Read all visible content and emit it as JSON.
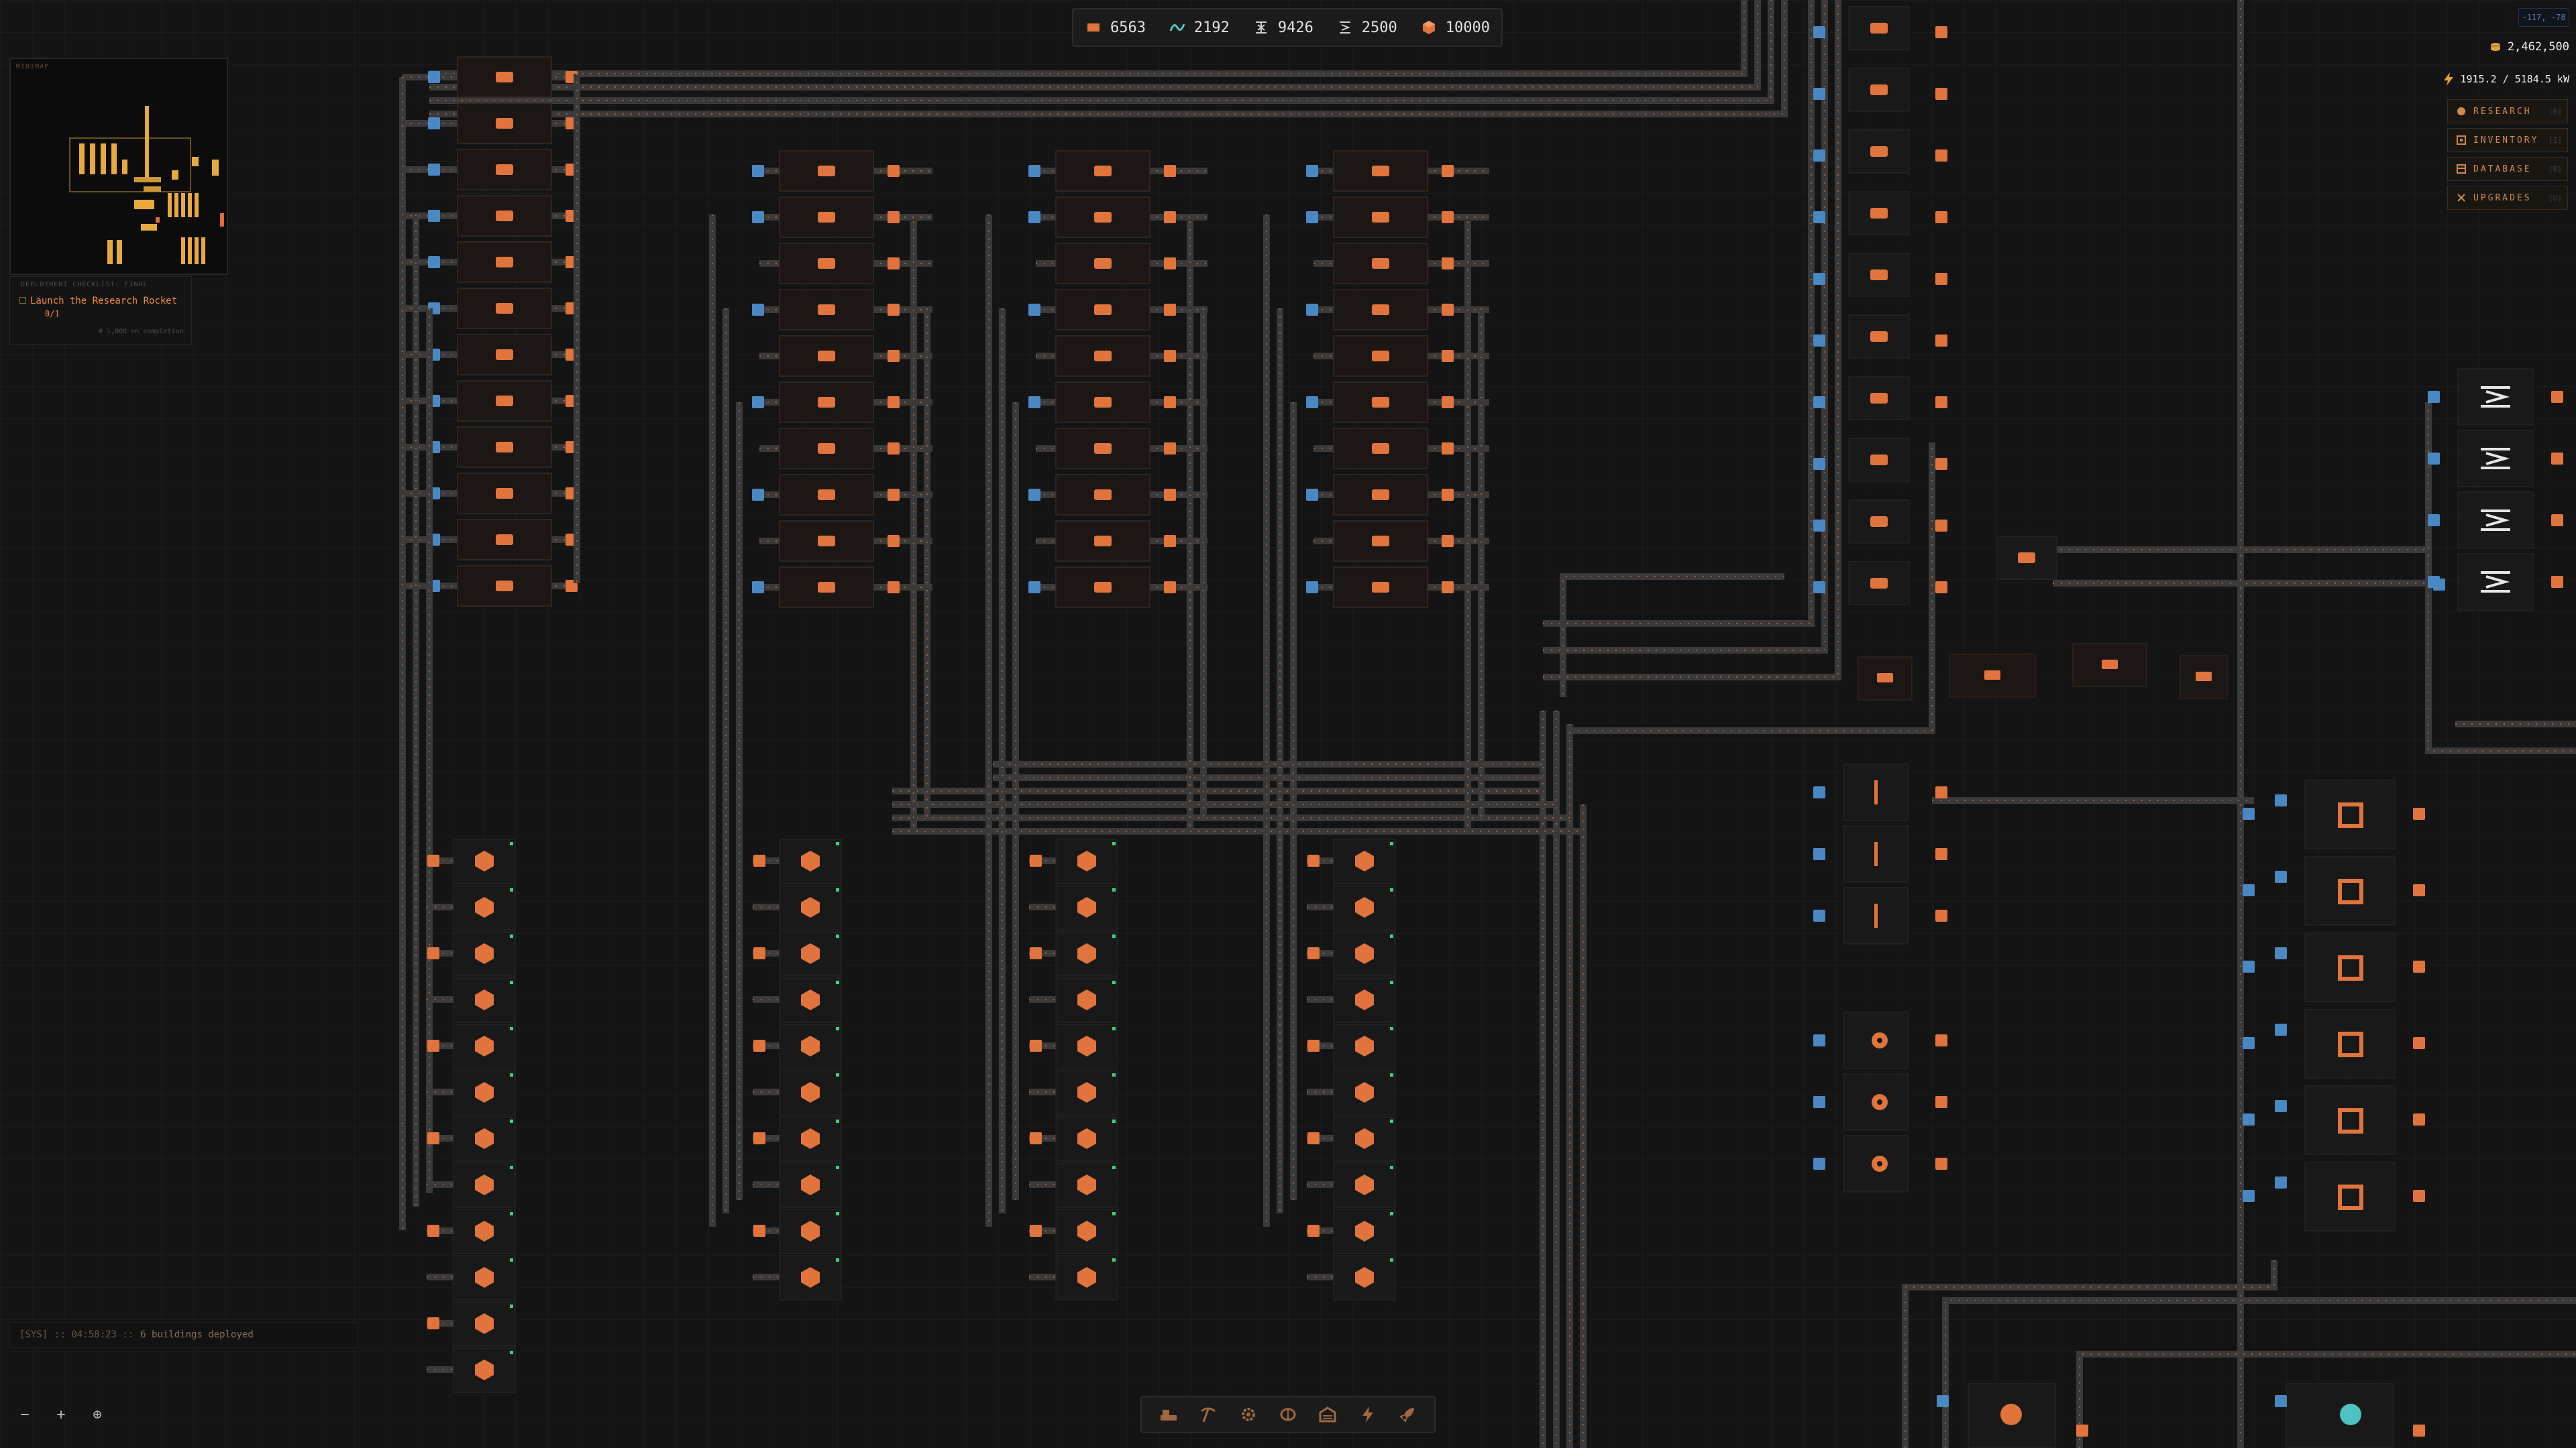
{
  "resources": [
    {
      "icon": "plate-icon",
      "value": "6563",
      "color": "#e0743c"
    },
    {
      "icon": "wire-icon",
      "value": "2192",
      "color": "#4ec2c2"
    },
    {
      "icon": "girder-icon",
      "value": "9426",
      "color": "#cfcfcf"
    },
    {
      "icon": "coil-icon",
      "value": "2500",
      "color": "#cfcfcf"
    },
    {
      "icon": "cube-icon",
      "value": "10000",
      "color": "#e0743c"
    }
  ],
  "minimap": {
    "label": "MINIMAP"
  },
  "objective": {
    "header": "DEPLOYMENT CHECKLIST: FINAL",
    "title": "Launch the Research Rocket",
    "count": "0/1",
    "reward": "# 1,000 on completion"
  },
  "hud": {
    "coords": "-117, -78",
    "money": "2,462,500",
    "power": "1915.2 / 5184.5 kW"
  },
  "menu": [
    {
      "icon": "research-icon",
      "label": "RESEARCH",
      "key": "[R]"
    },
    {
      "icon": "inventory-icon",
      "label": "INVENTORY",
      "key": "[I]"
    },
    {
      "icon": "database-icon",
      "label": "DATABASE",
      "key": "[B]"
    },
    {
      "icon": "upgrades-icon",
      "label": "UPGRADES",
      "key": "[U]"
    }
  ],
  "log": {
    "prefix": "[SYS]",
    "time": ":: 04:58:23 ::",
    "message": "6 buildings deployed"
  },
  "zoom": {
    "minus": "−",
    "plus": "+",
    "center": "⊕"
  },
  "toolbar": [
    {
      "icon": "conveyor-icon"
    },
    {
      "icon": "pickaxe-icon"
    },
    {
      "icon": "gear-icon"
    },
    {
      "icon": "brain-icon"
    },
    {
      "icon": "storage-icon"
    },
    {
      "icon": "lightning-icon"
    },
    {
      "icon": "rocket-icon"
    }
  ],
  "colors": {
    "accent": "#e0743c",
    "input": "#4a88c4",
    "conveyor": "#3a3a3a",
    "ok": "#3fd07a"
  }
}
